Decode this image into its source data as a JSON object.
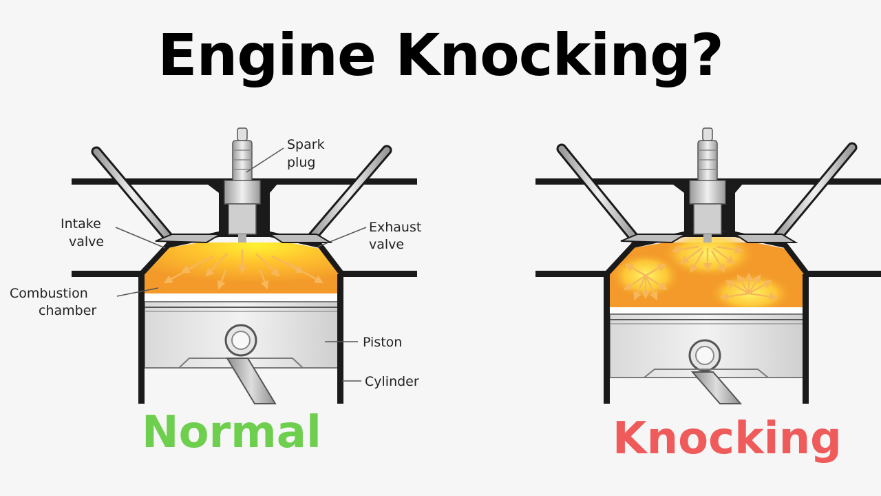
{
  "title": "Engine Knocking?",
  "labels": {
    "spark_plug": [
      "Spark",
      "plug"
    ],
    "intake_valve": [
      "Intake",
      "valve"
    ],
    "exhaust_valve": [
      "Exhaust",
      "valve"
    ],
    "combustion_chamber": [
      "Combustion",
      "chamber"
    ],
    "piston": "Piston",
    "cylinder": "Cylinder"
  },
  "captions": {
    "normal": "Normal",
    "knocking": "Knocking"
  },
  "colors": {
    "normal_caption": "#6ecf4e",
    "knocking_caption": "#ef5a5a",
    "flame_core": "#ffe233",
    "flame_outer": "#f39a2a"
  }
}
